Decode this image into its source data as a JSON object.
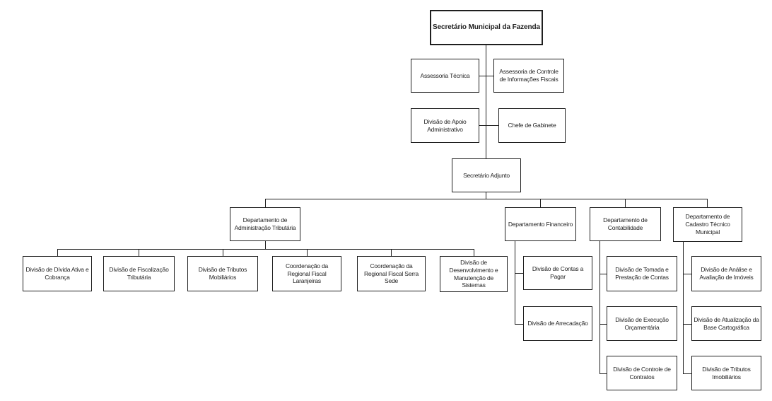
{
  "org_chart": {
    "root": {
      "label": "Secretário Municipal  da Fazenda"
    },
    "staff": [
      {
        "label": "Assessoria Técnica"
      },
      {
        "label": "Assessoria de Controle de Informações Fiscais"
      },
      {
        "label": "Divisão de Apoio Administrativo"
      },
      {
        "label": "Chefe de Gabinete"
      }
    ],
    "adjunto": {
      "label": "Secretário Adjunto"
    },
    "departments": [
      {
        "label": "Departamento de Administração Tributária",
        "children": [
          {
            "label": "Divisão de Dívida Ativa e Cobrança"
          },
          {
            "label": "Divisão de Fiscalização Tributária"
          },
          {
            "label": "Divisão de Tributos Mobiliários"
          },
          {
            "label": "Coordenação da Regional Fiscal Laranjeiras"
          },
          {
            "label": "Coordenação da Regional Fiscal Serra Sede"
          },
          {
            "label": "Divisão de Desenvolvimento e Manutenção de Sistemas"
          }
        ]
      },
      {
        "label": "Departamento Financeiro",
        "children": [
          {
            "label": "Divisão de Contas a Pagar"
          },
          {
            "label": "Divisão de Arrecadação"
          }
        ]
      },
      {
        "label": "Departamento de Contabilidade",
        "children": [
          {
            "label": "Divisão de Tomada e Prestação de Contas"
          },
          {
            "label": "Divisão de Execução Orçamentária"
          },
          {
            "label": "Divisão de Controle de Contratos"
          }
        ]
      },
      {
        "label": "Departamento de Cadastro Técnico Municipal",
        "children": [
          {
            "label": "Divisão de Análise e Avaliação de Imóveis"
          },
          {
            "label": "Divisão de Atualização da Base Cartográfica"
          },
          {
            "label": "Divisão de Tributos Imobiliários"
          }
        ]
      }
    ]
  },
  "colors": {
    "box_fill": "#ffffff",
    "box_border": "#1f1f1f",
    "line_color": "#1f1f1f",
    "text_color": "#1f1f1f"
  }
}
